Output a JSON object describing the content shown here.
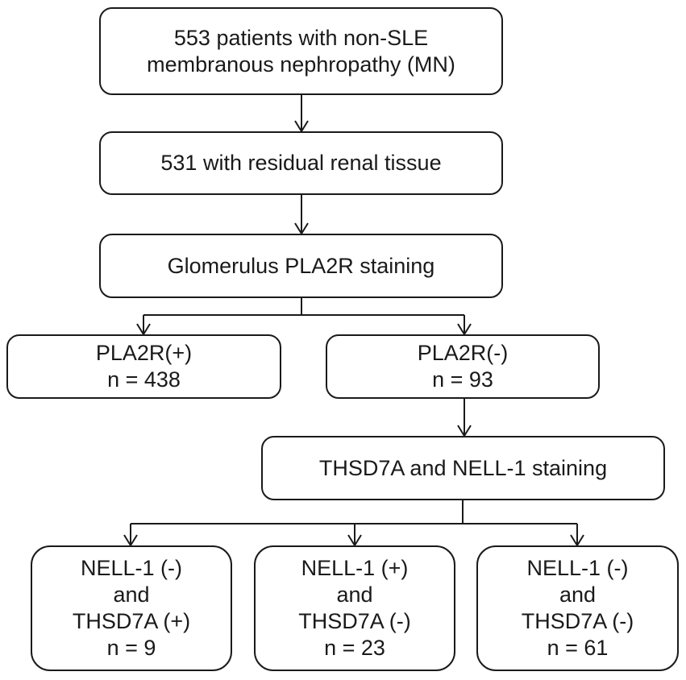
{
  "boxes": {
    "total": {
      "lines": [
        "553 patients with non-SLE",
        "membranous nephropathy (MN)"
      ]
    },
    "residual": {
      "lines": [
        "531 with residual renal tissue"
      ]
    },
    "pla2r_staining": {
      "lines": [
        "Glomerulus PLA2R staining"
      ]
    },
    "pla2r_pos": {
      "lines": [
        "PLA2R(+)",
        "n = 438"
      ]
    },
    "pla2r_neg": {
      "lines": [
        "PLA2R(-)",
        "n = 93"
      ]
    },
    "thsd7a_nell1_staining": {
      "lines": [
        "THSD7A and NELL-1 staining"
      ]
    },
    "nell1_neg_thsd7a_pos": {
      "lines": [
        "NELL-1 (-)",
        "and",
        "THSD7A (+)",
        "n = 9"
      ]
    },
    "nell1_pos_thsd7a_neg": {
      "lines": [
        "NELL-1 (+)",
        "and",
        "THSD7A (-)",
        "n = 23"
      ]
    },
    "nell1_neg_thsd7a_neg": {
      "lines": [
        "NELL-1 (-)",
        "and",
        "THSD7A (-)",
        "n = 61"
      ]
    }
  }
}
